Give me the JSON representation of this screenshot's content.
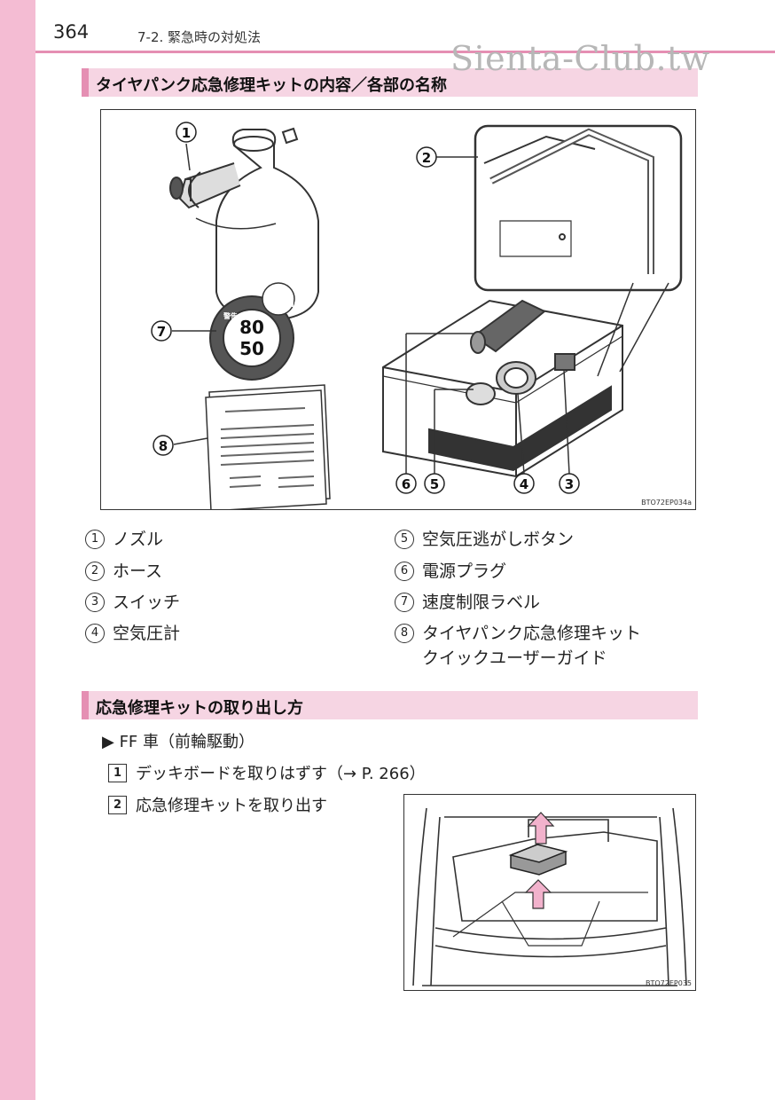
{
  "header": {
    "page_number": "364",
    "chapter": "7-2. 緊急時の対処法",
    "watermark": "Sienta-Club.tw"
  },
  "section1": {
    "title": "タイヤパンク応急修理キットの内容／各部の名称",
    "figure_code": "BTO72EP034a",
    "callouts": [
      "1",
      "2",
      "3",
      "4",
      "5",
      "6",
      "7",
      "8"
    ],
    "speed_label": {
      "top": "WARNING",
      "warn": "警告",
      "num1": "80",
      "num2": "50"
    },
    "items": [
      {
        "num": "1",
        "label": "ノズル"
      },
      {
        "num": "2",
        "label": "ホース"
      },
      {
        "num": "3",
        "label": "スイッチ"
      },
      {
        "num": "4",
        "label": "空気圧計"
      },
      {
        "num": "5",
        "label": "空気圧逃がしボタン"
      },
      {
        "num": "6",
        "label": "電源プラグ"
      },
      {
        "num": "7",
        "label": "速度制限ラベル"
      },
      {
        "num": "8",
        "label": "タイヤパンク応急修理キット\nクイックユーザーガイド"
      }
    ]
  },
  "section2": {
    "title": "応急修理キットの取り出し方",
    "variant": "▶ FF 車（前輪駆動）",
    "steps": [
      {
        "num": "1",
        "text": "デッキボードを取りはずす（→ P. 266）"
      },
      {
        "num": "2",
        "text": "応急修理キットを取り出す"
      }
    ],
    "figure_code": "BTO72EP035"
  },
  "colors": {
    "accent": "#e58fb3",
    "section_bg": "#f6d5e3",
    "sidebar": "#f4bcd3"
  }
}
